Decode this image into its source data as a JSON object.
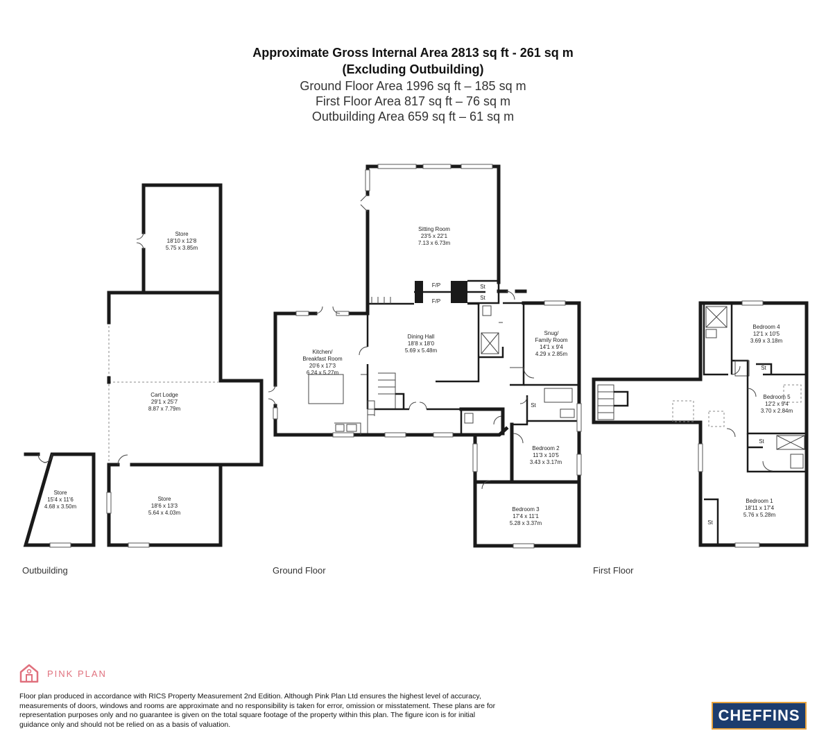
{
  "header": {
    "line1": "Approximate Gross Internal Area 2813 sq ft - 261 sq m",
    "line2": "(Excluding Outbuilding)",
    "line3": "Ground Floor Area 1996 sq ft – 185 sq m",
    "line4": "First Floor Area 817 sq ft – 76 sq m",
    "line5": "Outbuilding Area 659 sq ft – 61 sq m"
  },
  "floors": {
    "outbuilding": "Outbuilding",
    "ground": "Ground Floor",
    "first": "First Floor"
  },
  "rooms": {
    "store_top": {
      "name": "Store",
      "imperial": "18'10 x 12'8",
      "metric": "5.75 x 3.85m"
    },
    "cart_lodge": {
      "name": "Cart Lodge",
      "imperial": "29'1 x 25'7",
      "metric": "8.87 x 7.79m"
    },
    "store_left": {
      "name": "Store",
      "imperial": "15'4 x 11'6",
      "metric": "4.68 x 3.50m"
    },
    "store_mid": {
      "name": "Store",
      "imperial": "18'6 x 13'3",
      "metric": "5.64 x 4.03m"
    },
    "sitting": {
      "name": "Sitting Room",
      "imperial": "23'5 x 22'1",
      "metric": "7.13 x 6.73m"
    },
    "kitchen": {
      "name1": "Kitchen/",
      "name2": "Breakfast Room",
      "imperial": "20'6 x 17'3",
      "metric": "6.24 x 5.27m"
    },
    "dining": {
      "name": "Dining Hall",
      "imperial": "18'8 x 18'0",
      "metric": "5.69 x 5.48m"
    },
    "snug": {
      "name1": "Snug/",
      "name2": "Family Room",
      "imperial": "14'1 x 9'4",
      "metric": "4.29 x 2.85m"
    },
    "bed2": {
      "name": "Bedroom 2",
      "imperial": "11'3 x 10'5",
      "metric": "3.43 x 3.17m"
    },
    "bed3": {
      "name": "Bedroom 3",
      "imperial": "17'4 x 11'1",
      "metric": "5.28 x 3.37m"
    },
    "bed4": {
      "name": "Bedroom 4",
      "imperial": "12'1 x 10'5",
      "metric": "3.69 x 3.18m"
    },
    "bed5": {
      "name": "Bedroom 5",
      "imperial": "12'2 x 9'4",
      "metric": "3.70 x 2.84m"
    },
    "bed1": {
      "name": "Bedroom 1",
      "imperial": "18'11 x 17'4",
      "metric": "5.76 x 5.28m"
    }
  },
  "marks": {
    "fp": "F/P",
    "st": "St"
  },
  "logo": {
    "text": "PINK PLAN",
    "color": "#e0707d",
    "icon": "house-logo-icon"
  },
  "disclaimer": "Floor plan produced in accordance with RICS Property Measurement 2nd Edition. Although Pink Plan Ltd ensures the highest level of accuracy, measurements of doors, windows and rooms are approximate and no responsibility is taken for error, omission or misstatement. These plans are for representation purposes only and no guarantee is given on the total square footage of the property within this plan. The figure icon is for initial guidance only and should not be relied on as a basis of valuation.",
  "brand": {
    "text": "CHEFFINS",
    "bg": "#1d3d6e",
    "border": "#e8a33d"
  }
}
